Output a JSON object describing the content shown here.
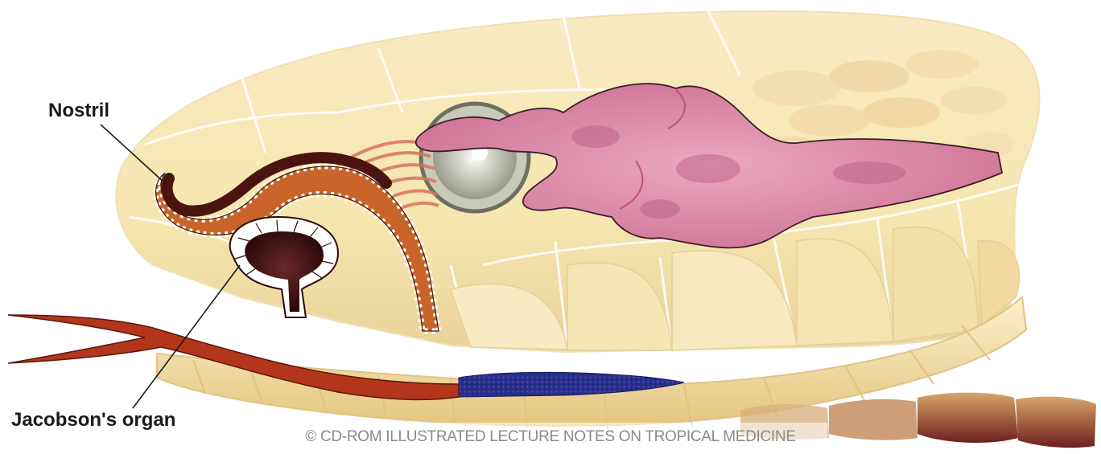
{
  "labels": {
    "nostril": "Nostril",
    "jacobsons_organ": "Jacobson's organ"
  },
  "copyright": "© CD-ROM ILLUSTRATED LECTURE NOTES ON TROPICAL MEDICINE",
  "colors": {
    "scale": "#f6e7b4",
    "scale_shadow": "#e9cf8e",
    "nasal_duct": "#c9652a",
    "organ_cavity": "#3a0e10",
    "brain": "#d98aa8",
    "tongue": "#b3361c",
    "sheath": "#2b2f8c",
    "eye": "#bcbcb0"
  }
}
